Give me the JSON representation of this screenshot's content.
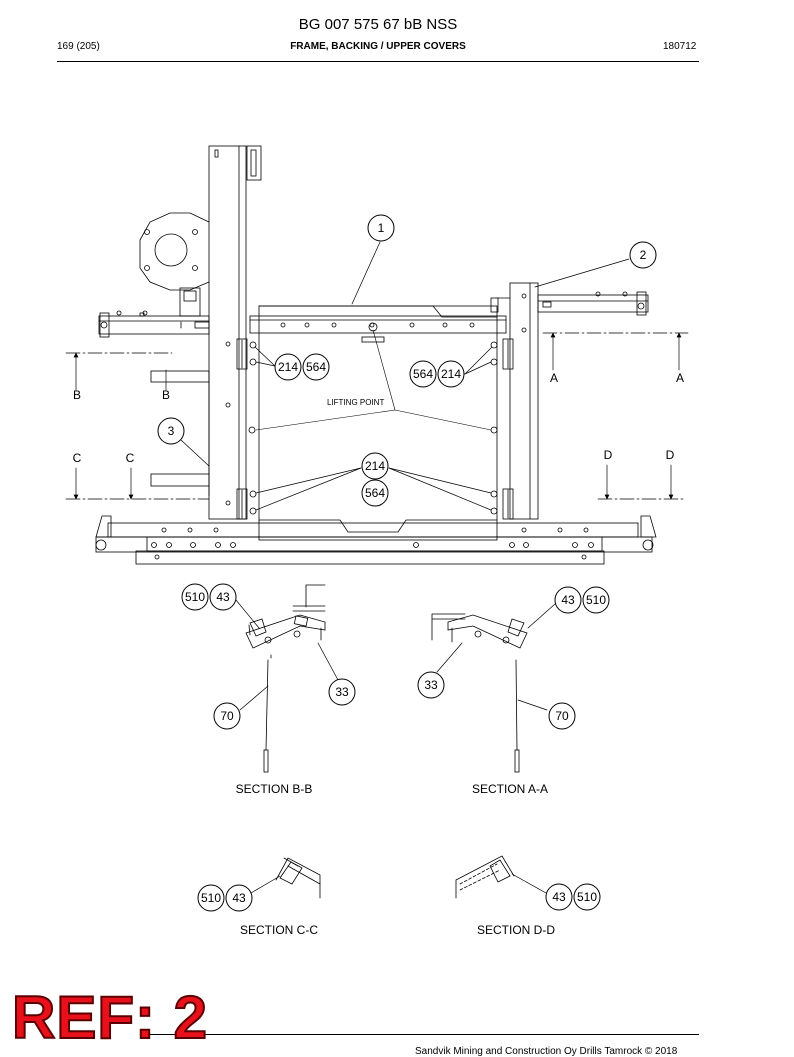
{
  "header": {
    "doc_title": "BG 007 575 67 bB NSS",
    "page": "169 (205)",
    "section_title": "FRAME, BACKING / UPPER COVERS",
    "doc_date": "180712"
  },
  "drawing": {
    "lifting_point": "LIFTING POINT",
    "section_markers": {
      "a1": "A",
      "a2": "A",
      "b1": "B",
      "b2": "B",
      "c1": "C",
      "c2": "C",
      "d1": "D",
      "d2": "D"
    },
    "balloons": {
      "main_1": "1",
      "main_2": "2",
      "main_3": "3",
      "main_214_left": "214",
      "main_564_left": "564",
      "main_564_right": "564",
      "main_214_right": "214",
      "main_214_center": "214",
      "main_564_center": "564",
      "bb_510": "510",
      "bb_43": "43",
      "bb_33": "33",
      "bb_70": "70",
      "aa_43": "43",
      "aa_510": "510",
      "aa_33": "33",
      "aa_70": "70",
      "cc_510": "510",
      "cc_43": "43",
      "dd_43": "43",
      "dd_510": "510"
    },
    "section_labels": {
      "bb": "SECTION B-B",
      "aa": "SECTION A-A",
      "cc": "SECTION C-C",
      "dd": "SECTION D-D"
    }
  },
  "stamp": {
    "ref": "REF: 2"
  },
  "footer": {
    "copyright": "Sandvik Mining and Construction Oy Drills Tamrock © 2018"
  }
}
